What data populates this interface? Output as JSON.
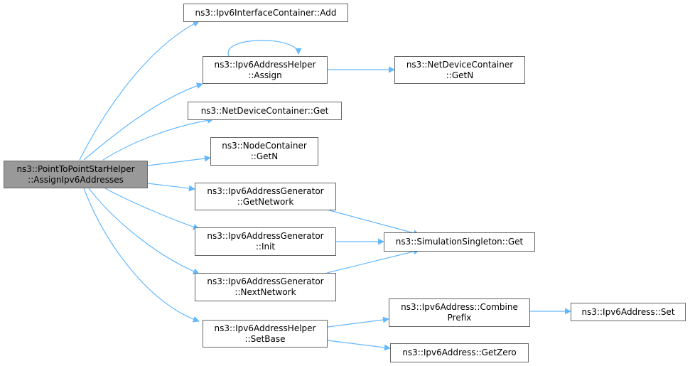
{
  "colors": {
    "edge": "#63b8ff",
    "node_border": "#666666",
    "root_fill": "#999999",
    "node_fill": "#ffffff"
  },
  "nodes": {
    "root": {
      "line1": "ns3::PointToPointStarHelper",
      "line2": "::AssignIpv6Addresses"
    },
    "ifc_add": {
      "line1": "ns3::Ipv6InterfaceContainer::Add"
    },
    "helper_assign": {
      "line1": "ns3::Ipv6AddressHelper",
      "line2": "::Assign"
    },
    "ndc_getn": {
      "line1": "ns3::NetDeviceContainer",
      "line2": "::GetN"
    },
    "ndc_get": {
      "line1": "ns3::NetDeviceContainer::Get"
    },
    "nc_getn": {
      "line1": "ns3::NodeContainer",
      "line2": "::GetN"
    },
    "gen_getnetwork": {
      "line1": "ns3::Ipv6AddressGenerator",
      "line2": "::GetNetwork"
    },
    "gen_init": {
      "line1": "ns3::Ipv6AddressGenerator",
      "line2": "::Init"
    },
    "sim_get": {
      "line1": "ns3::SimulationSingleton::Get"
    },
    "gen_nextnetwork": {
      "line1": "ns3::Ipv6AddressGenerator",
      "line2": "::NextNetwork"
    },
    "helper_setbase": {
      "line1": "ns3::Ipv6AddressHelper",
      "line2": "::SetBase"
    },
    "addr_combine": {
      "line1": "ns3::Ipv6Address::Combine",
      "line2": "Prefix"
    },
    "addr_set": {
      "line1": "ns3::Ipv6Address::Set"
    },
    "addr_getzero": {
      "line1": "ns3::Ipv6Address::GetZero"
    }
  }
}
